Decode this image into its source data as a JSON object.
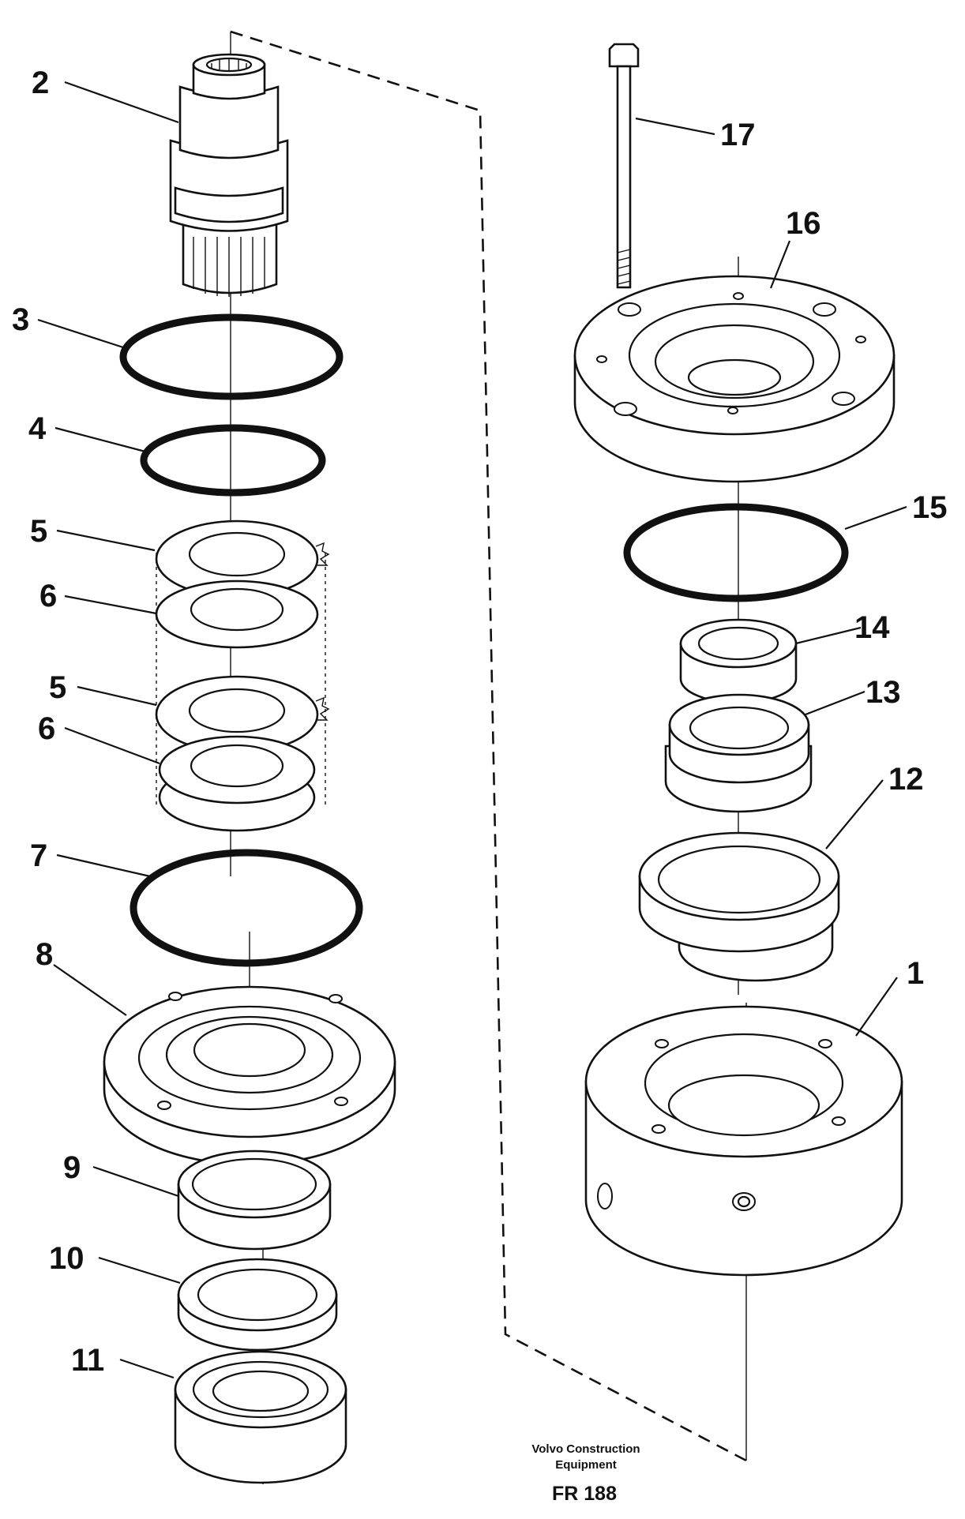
{
  "diagram": {
    "callouts": [
      "1",
      "2",
      "3",
      "4",
      "5",
      "6",
      "5",
      "6",
      "7",
      "8",
      "9",
      "10",
      "11",
      "12",
      "13",
      "14",
      "15",
      "16",
      "17"
    ],
    "credit_line1": "Volvo Construction",
    "credit_line2": "Equipment",
    "figure_code": "FR 188"
  },
  "colors": {
    "ink": "#111111",
    "paper": "#ffffff"
  }
}
